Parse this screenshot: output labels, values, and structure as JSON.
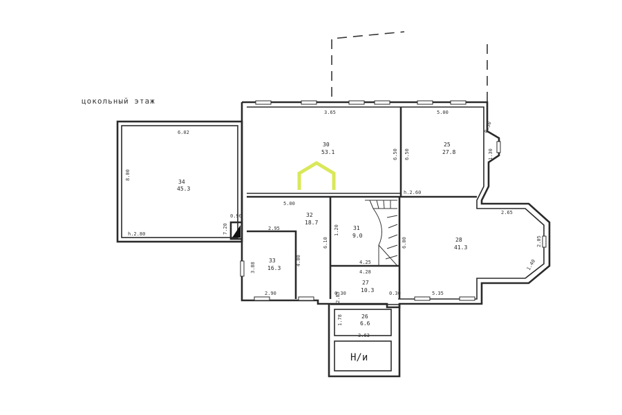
{
  "floor_title": "цокольный этаж",
  "rooms": [
    {
      "num": "34",
      "area": "45.3"
    },
    {
      "num": "30",
      "area": "53.1"
    },
    {
      "num": "25",
      "area": "27.8"
    },
    {
      "num": "32",
      "area": "18.7"
    },
    {
      "num": "31",
      "area": "9.0"
    },
    {
      "num": "28",
      "area": "41.3"
    },
    {
      "num": "33",
      "area": "16.3"
    },
    {
      "num": "27",
      "area": "10.3"
    },
    {
      "num": "26",
      "area": "6.6"
    }
  ],
  "wc_label": "H/и",
  "dimensions": {
    "d_602": "6.02",
    "d_800": "8.00",
    "h_280": "h.2.80",
    "d_365": "3.65",
    "d_650a": "6.50",
    "d_650b": "6.50",
    "d_500a": "5.00",
    "d_050": "0.50",
    "d_130": "1.30",
    "h_260": "h.2.60",
    "d_500b": "5.00",
    "d_120": "1.20",
    "d_295": "2.95",
    "d_610": "6.10",
    "d_388": "3.88",
    "d_400": "4.00",
    "d_290": "2.90",
    "d_425": "4.25",
    "d_600": "6.00",
    "d_265": "2.65",
    "d_205": "2.05",
    "d_140": "1.40",
    "d_535": "5.35",
    "d_428": "4.28",
    "d_285": "2.85",
    "d_030a": "0.30",
    "d_030b": "0.30",
    "d_178": "1.78",
    "d_363": "3.63",
    "d_090": "0.90",
    "d_720": "7.20"
  }
}
